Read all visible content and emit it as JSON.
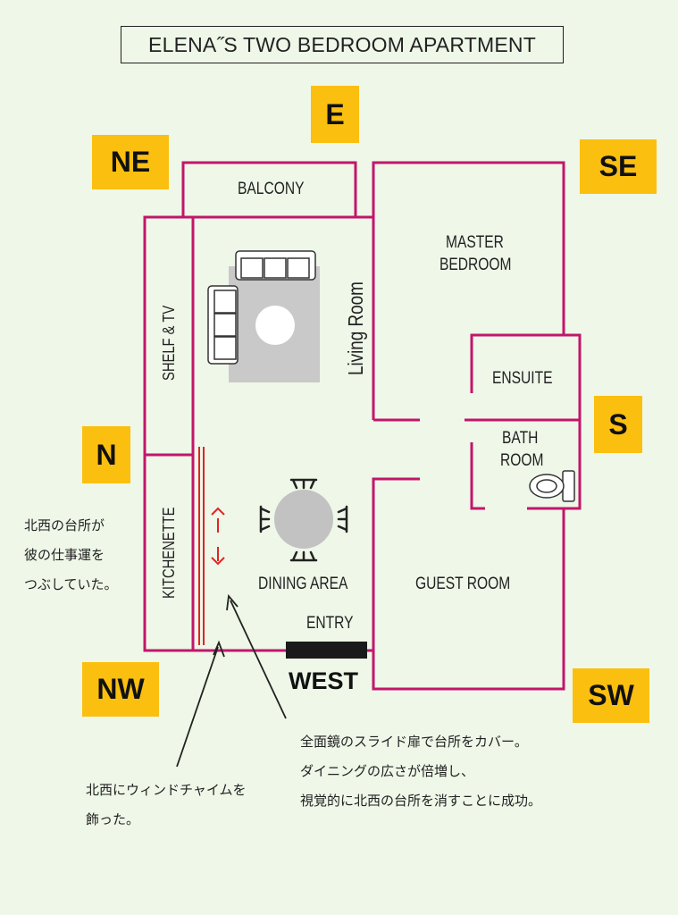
{
  "title": "ELENA˝S TWO BEDROOM APARTMENT",
  "directions": {
    "e": "E",
    "ne": "NE",
    "se": "SE",
    "n": "N",
    "s": "S",
    "nw": "NW",
    "sw": "SW"
  },
  "rooms": {
    "balcony": "BALCONY",
    "master_line1": "MASTER",
    "master_line2": "BEDROOM",
    "living": "Living Room",
    "shelf_tv": "SHELF & TV",
    "ensuite": "ENSUITE",
    "bath_line1": "BATH",
    "bath_line2": "ROOM",
    "kitchenette": "KITCHENETTE",
    "dining": "DINING AREA",
    "guest": "GUEST ROOM",
    "entry": "ENTRY",
    "west": "WEST"
  },
  "notes": {
    "left": [
      "北西の台所が",
      "彼の仕事運を",
      "つぶしていた。"
    ],
    "bottom_left": [
      "北西にウィンドチャイムを",
      "飾った。"
    ],
    "bottom_right": [
      "全面鏡のスライド扉で台所をカバー。",
      "ダイニングの広さが倍増し、",
      "視覚的に北西の台所を消すことに成功。"
    ]
  },
  "colors": {
    "wall": "#c2166b",
    "direction_box": "#fbbf10",
    "background": "#eef7e8",
    "rug": "#c9c9c9",
    "mirror_arrow": "#e02424"
  }
}
